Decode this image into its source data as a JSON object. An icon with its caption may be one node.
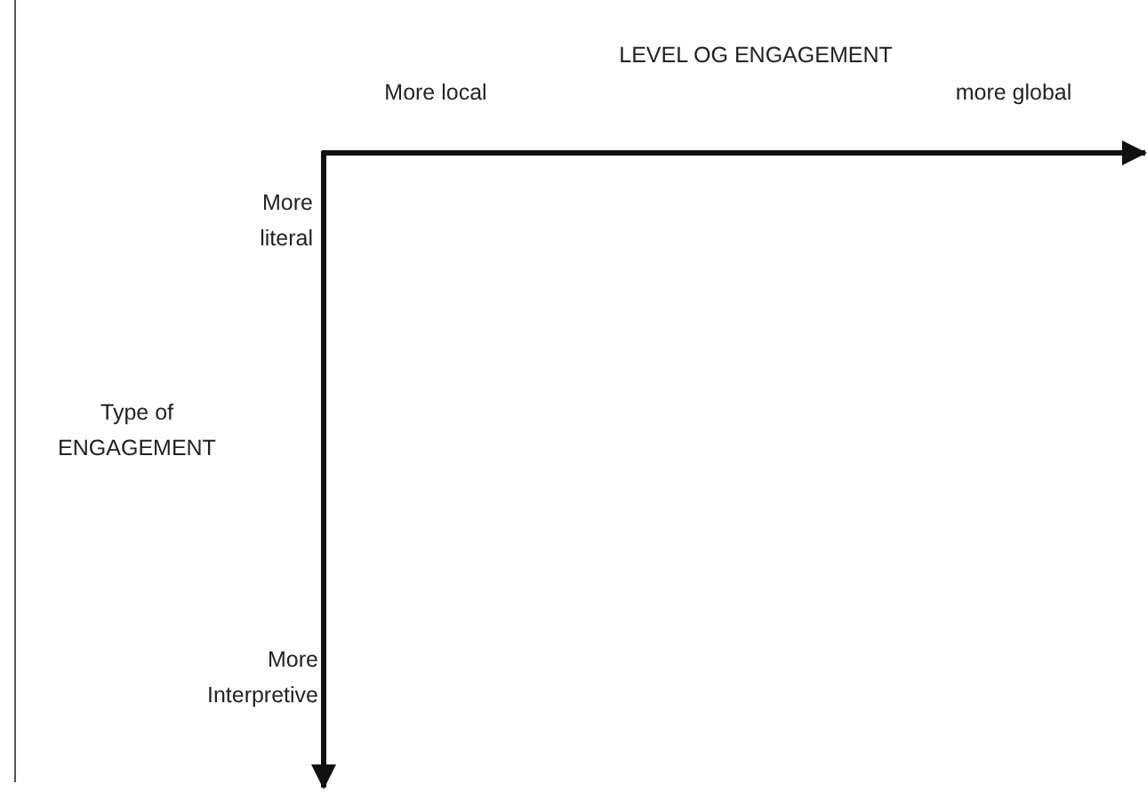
{
  "diagram": {
    "labels": [
      "LEVEL OG ENGAGEMENT",
      "More local",
      "more global",
      "More literal",
      "Type of ENGAGEMENT",
      "More Interpretive"
    ]
  }
}
